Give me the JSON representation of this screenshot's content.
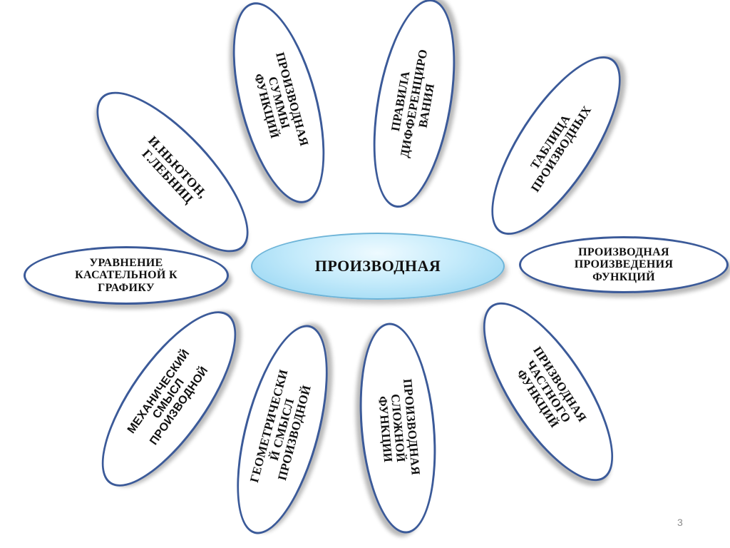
{
  "diagram": {
    "center": {
      "label": "ПРОИЗВОДНАЯ"
    },
    "petals": [
      {
        "id": "newton-leibniz",
        "label": "И.НЬЮТОН,\nГ.ЛЕБНИЦ"
      },
      {
        "id": "sum-derivative",
        "label": "ПРОИЗВОДНАЯ\nСУММЫ\nФУНКЦИЙ"
      },
      {
        "id": "diff-rules",
        "label": "ПРАВИЛА\nДИФФЕРЕНЦИРО\nВАНИЯ"
      },
      {
        "id": "derivative-table",
        "label": "ТАБЛИЦА\nПРОИЗВОДНЫХ"
      },
      {
        "id": "tangent-equation",
        "label": "УРАВНЕНИЕ\nКАСАТЕЛЬНОЙ К\nГРАФИКУ"
      },
      {
        "id": "product-derivative",
        "label": "ПРОИЗВОДНАЯ\nПРОИЗВЕДЕНИЯ\nФУНКЦИЙ"
      },
      {
        "id": "mechanical-meaning",
        "label": "МЕХАНИЧЕСКИЙ\nСМЫСЛ\nПРОИЗВОДНОЙ"
      },
      {
        "id": "geometric-meaning",
        "label": "ГЕОМЕТРИЧЕСКИ\nЙ СМЫСЛ\nПРОИЗВОДНОЙ"
      },
      {
        "id": "complex-derivative",
        "label": "ПРОИЗВОДНАЯ\nСЛОЖНОЙ\nФУНКЦИИ"
      },
      {
        "id": "quotient-derivative",
        "label": "ПРИЗВОДНАЯ\nЧАСТНОГО\nФУНКЦИЙ"
      }
    ]
  },
  "page": {
    "number": "3"
  },
  "colors": {
    "petal_border": "#3b5a99",
    "center_fill": "#c5ebfb",
    "center_border": "#6db4d8"
  }
}
